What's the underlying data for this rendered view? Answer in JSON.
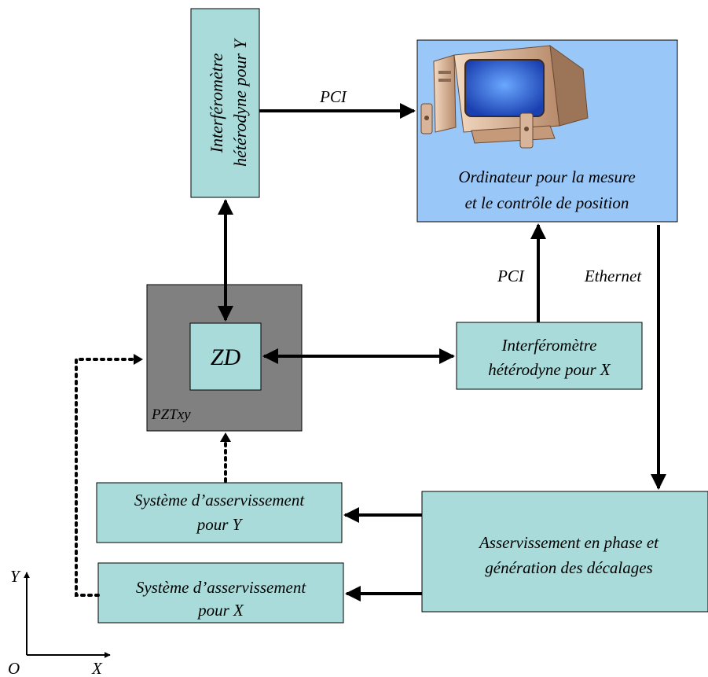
{
  "boxes": {
    "interf_y": {
      "line1": "Interféromètre",
      "line2": "hétérodyne pour Y"
    },
    "ordinateur": {
      "line1": "Ordinateur pour la mesure",
      "line2": "et le contrôle de position"
    },
    "zd": {
      "label": "ZD"
    },
    "pztxy": {
      "label": "PZTxy"
    },
    "interf_x": {
      "line1": "Interféromètre",
      "line2": "hétérodyne pour X"
    },
    "asserv_y": {
      "line1": "Système d’asservissement",
      "line2": "pour Y"
    },
    "asserv_x": {
      "line1": "Système d’asservissement",
      "line2": "pour X"
    },
    "phase": {
      "line1": "Asservissement en phase et",
      "line2": "génération des décalages"
    }
  },
  "links": {
    "pci_top": "PCI",
    "pci_right": "PCI",
    "ethernet": "Ethernet"
  },
  "axes": {
    "y": "Y",
    "x": "X",
    "origin": "O"
  },
  "colors": {
    "box_fill": "#a9dbda",
    "computer_bg": "#99c8f8",
    "pzt_fill": "#808080",
    "line": "#000000"
  }
}
